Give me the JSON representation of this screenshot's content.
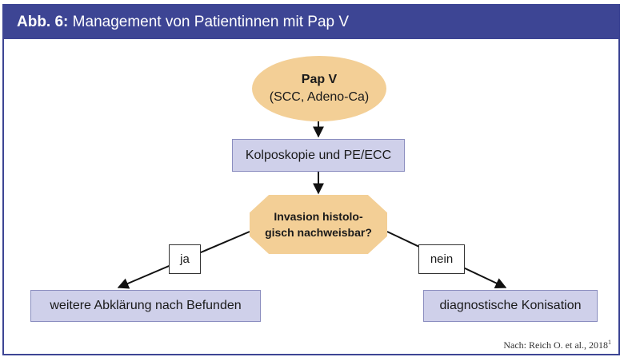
{
  "header": {
    "label": "Abb. 6:",
    "title": "Management von Patientinnen mit Pap V"
  },
  "diagram": {
    "start": {
      "line1": "Pap V",
      "line2": "(SCC, Adeno-Ca)"
    },
    "step1": "Kolposkopie und PE/ECC",
    "decision": {
      "line1": "Invasion histolo-",
      "line2": "gisch nachweisbar?"
    },
    "branch_yes": {
      "label": "ja",
      "result": "weitere Abklärung nach Befunden"
    },
    "branch_no": {
      "label": "nein",
      "result": "diagnostische Konisation"
    }
  },
  "source": {
    "text": "Nach: Reich O. et al., 2018",
    "ref": "1"
  },
  "colors": {
    "header_bg": "#3d4594",
    "terminal_fill": "#f3cf96",
    "process_fill": "#cfd0ea"
  }
}
